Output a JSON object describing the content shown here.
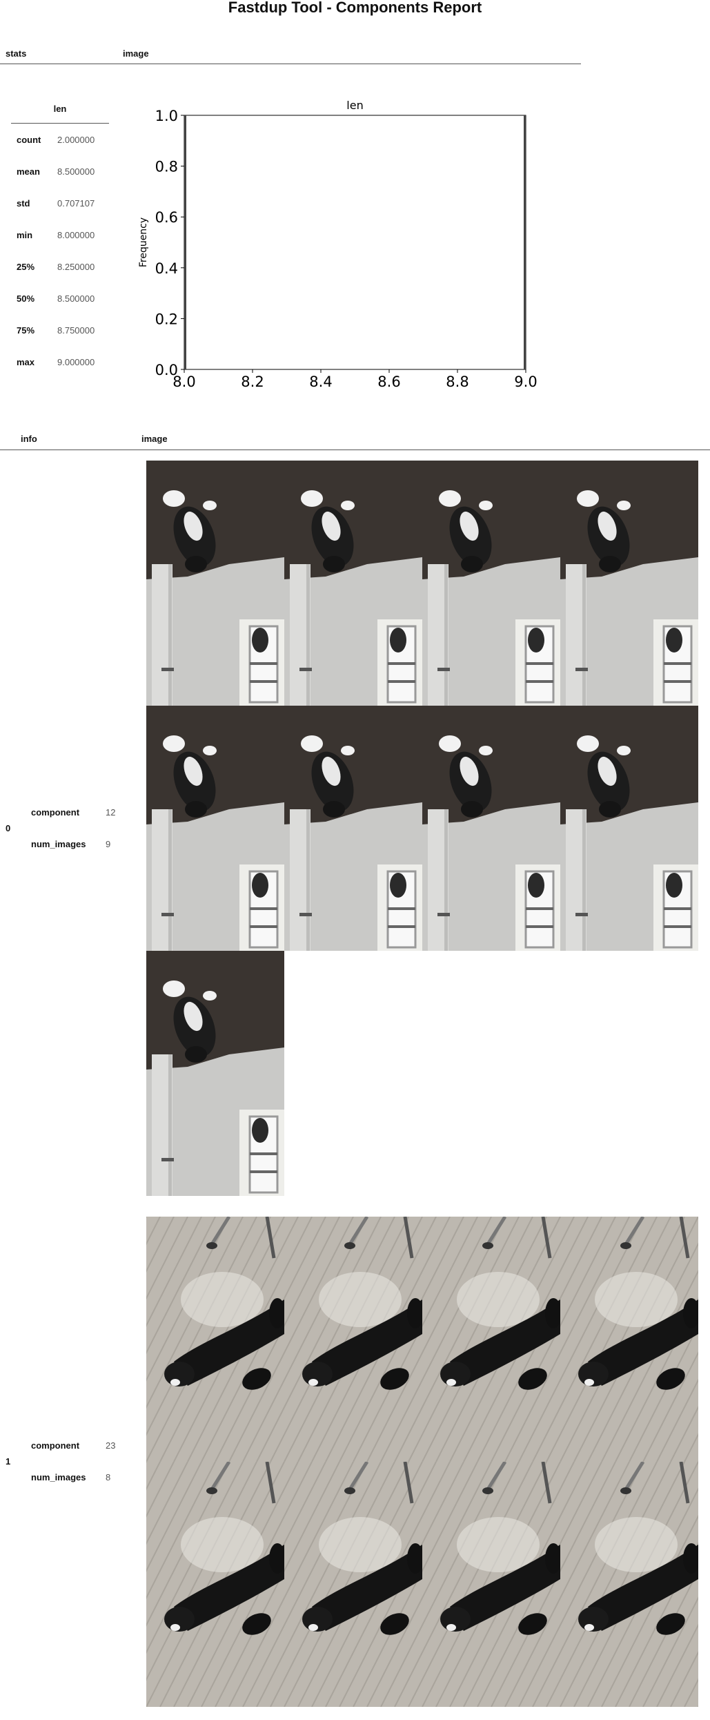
{
  "title": "Fastdup Tool - Components Report",
  "stats_header": {
    "stats": "stats",
    "image": "image"
  },
  "stats": {
    "column": "len",
    "rows": [
      {
        "label": "count",
        "value": "2.000000"
      },
      {
        "label": "mean",
        "value": "8.500000"
      },
      {
        "label": "std",
        "value": "0.707107"
      },
      {
        "label": "min",
        "value": "8.000000"
      },
      {
        "label": "25%",
        "value": "8.250000"
      },
      {
        "label": "50%",
        "value": "8.500000"
      },
      {
        "label": "75%",
        "value": "8.750000"
      },
      {
        "label": "max",
        "value": "9.000000"
      }
    ]
  },
  "chart_data": {
    "type": "bar",
    "title": "len",
    "xlabel": "",
    "ylabel": "Frequency",
    "xlim": [
      8.0,
      9.0
    ],
    "ylim": [
      0.0,
      1.0
    ],
    "xticks": [
      "8.0",
      "8.2",
      "8.4",
      "8.6",
      "8.8",
      "9.0"
    ],
    "yticks": [
      "0.0",
      "0.2",
      "0.4",
      "0.6",
      "0.8",
      "1.0"
    ],
    "bins": [
      {
        "x": 8.0,
        "value": 1
      },
      {
        "x": 9.0,
        "value": 1
      }
    ]
  },
  "info_header": {
    "info": "info",
    "image": "image"
  },
  "components": [
    {
      "index": "0",
      "fields": [
        {
          "label": "component",
          "value": "12"
        },
        {
          "label": "num_images",
          "value": "9"
        }
      ],
      "image_count": 9,
      "scene": "cat-on-door-frame"
    },
    {
      "index": "1",
      "fields": [
        {
          "label": "component",
          "value": "23"
        },
        {
          "label": "num_images",
          "value": "8"
        }
      ],
      "image_count": 8,
      "scene": "cat-on-herringbone-floor"
    }
  ],
  "colors": {
    "rule": "#555555",
    "bar": "#444444"
  }
}
